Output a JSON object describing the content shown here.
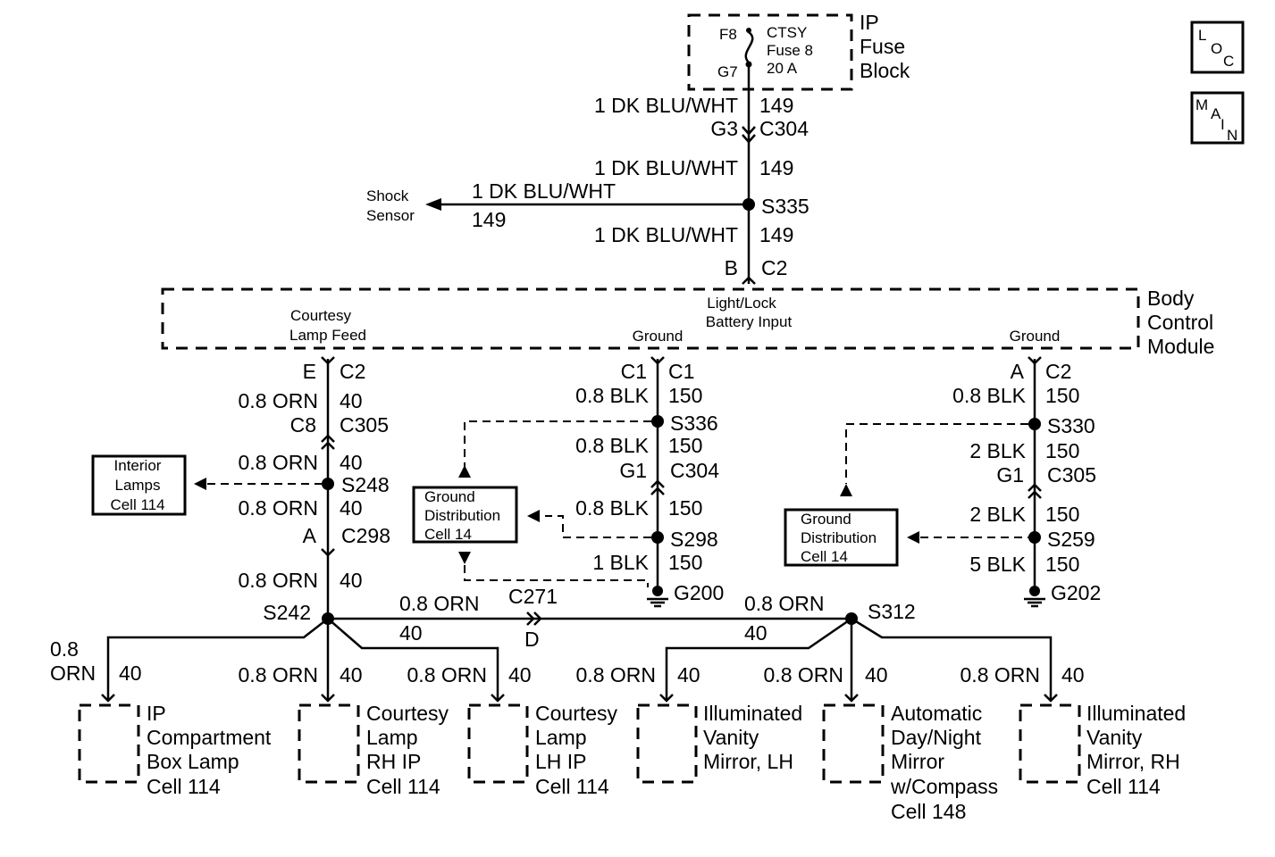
{
  "fuse_block": {
    "label_lines": [
      "IP",
      "Fuse",
      "Block"
    ],
    "fuse_lines": [
      "CTSY",
      "Fuse 8",
      "20 A"
    ],
    "pin_top": "F8",
    "pin_bottom": "G7"
  },
  "nav": {
    "loc": [
      "L",
      "O",
      "C"
    ],
    "main": [
      "M",
      "A",
      "I",
      "N"
    ]
  },
  "main_feed": {
    "w1": "1 DK BLU/WHT",
    "c1": "149",
    "g3": "G3",
    "c304": "C304",
    "w2": "1 DK BLU/WHT",
    "c2": "149",
    "splice": "S335",
    "shock_wire": "1 DK BLU/WHT",
    "shock_circuit": "149",
    "shock_lines": [
      "Shock",
      "Sensor"
    ],
    "w3": "1 DK BLU/WHT",
    "c3": "149",
    "pin_b": "B",
    "conn_c2": "C2"
  },
  "bcm": {
    "label_lines": [
      "Body",
      "Control",
      "Module"
    ],
    "lamp_feed_lines": [
      "Courtesy",
      "Lamp Feed"
    ],
    "battery_input_lines": [
      "Light/Lock",
      "Battery Input"
    ],
    "ground_label": "Ground",
    "ground_label_2": "Ground"
  },
  "left_branch": {
    "pin_e": "E",
    "conn_c2": "C2",
    "w1": "0.8 ORN",
    "c1": "40",
    "c8": "C8",
    "c305": "C305",
    "w2": "0.8 ORN",
    "c2": "40",
    "splice": "S248",
    "interior_lines": [
      "Interior",
      "Lamps",
      "Cell 114"
    ],
    "w3": "0.8 ORN",
    "c3": "40",
    "pin_a": "A",
    "c298": "C298",
    "w4": "0.8 ORN",
    "c4": "40",
    "splice_2": "S242"
  },
  "mid_ground": {
    "pin_c1": "C1",
    "conn_c1": "C1",
    "w1": "0.8 BLK",
    "c1": "150",
    "splice_1": "S336",
    "w2": "0.8 BLK",
    "c2": "150",
    "g1": "G1",
    "c304": "C304",
    "w3": "0.8 BLK",
    "c3": "150",
    "splice_2": "S298",
    "w4": "1 BLK",
    "c4": "150",
    "ground": "G200",
    "ref_lines": [
      "Ground",
      "Distribution",
      "Cell 14"
    ]
  },
  "right_ground": {
    "pin_a": "A",
    "conn_c2": "C2",
    "w1": "0.8 BLK",
    "c1": "150",
    "splice_1": "S330",
    "w2": "2 BLK",
    "c2": "150",
    "g1": "G1",
    "c305": "C305",
    "w3": "2 BLK",
    "c3": "150",
    "splice_2": "S259",
    "w4": "5 BLK",
    "c4": "150",
    "ground": "G202",
    "ref_lines": [
      "Ground",
      "Distribution",
      "Cell 14"
    ]
  },
  "horizontal": {
    "w1": "0.8 ORN",
    "c271": "C271",
    "c1": "40",
    "pin_d": "D",
    "w2": "0.8 ORN",
    "c2": "40",
    "splice": "S312"
  },
  "loads": [
    {
      "wire": "0.8",
      "wire_2": "ORN",
      "circuit": "40",
      "lines": [
        "IP",
        "Compartment",
        "Box Lamp",
        "Cell 114"
      ]
    },
    {
      "wire": "0.8 ORN",
      "circuit": "40",
      "lines": [
        "Courtesy",
        "Lamp",
        "RH  IP",
        "Cell 114"
      ]
    },
    {
      "wire": "0.8 ORN",
      "circuit": "40",
      "lines": [
        "Courtesy",
        "Lamp",
        "LH  IP",
        "Cell 114"
      ]
    },
    {
      "wire": "0.8 ORN",
      "circuit": "40",
      "lines": [
        "Illuminated",
        "Vanity",
        "Mirror, LH"
      ]
    },
    {
      "wire": "0.8 ORN",
      "circuit": "40",
      "lines": [
        "Automatic",
        "Day/Night",
        "Mirror",
        "w/Compass",
        "Cell 148"
      ]
    },
    {
      "wire": "0.8 ORN",
      "circuit": "40",
      "lines": [
        "Illuminated",
        "Vanity",
        "Mirror, RH",
        "Cell 114"
      ]
    }
  ]
}
